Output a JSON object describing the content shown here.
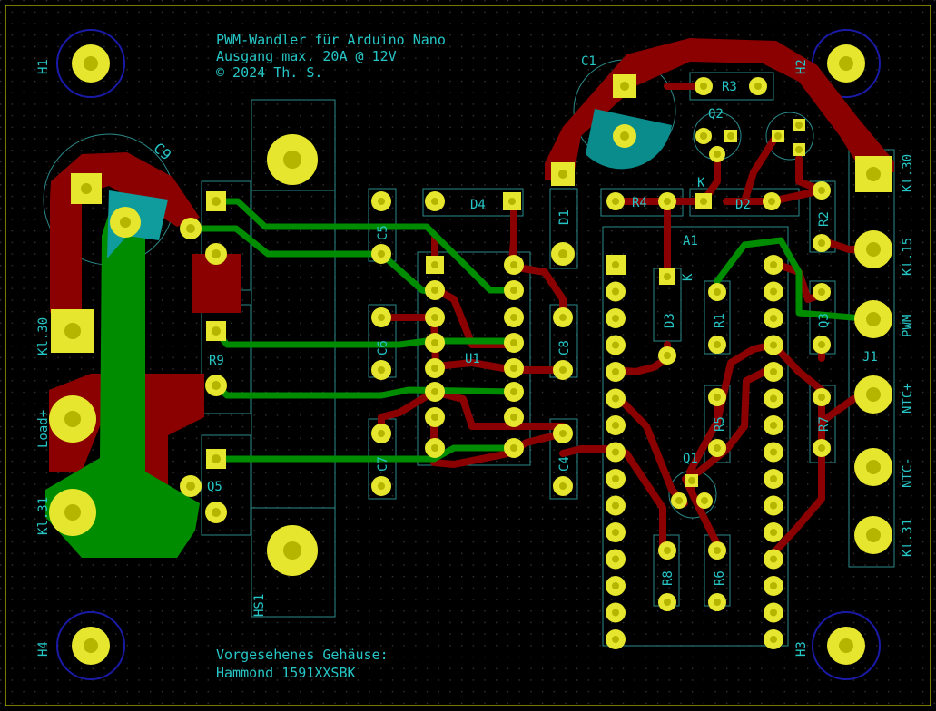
{
  "title_lines": [
    "PWM-Wandler für Arduino Nano",
    "Ausgang max. 20A @ 12V",
    "© 2024 Th. S."
  ],
  "housing_lines": [
    "Vorgesehenes Gehäuse:",
    "Hammond 1591XXSBK"
  ],
  "colors": {
    "background": "#000000",
    "board_outline": "#c8c800",
    "grid_dots": "#3a3a3a",
    "front_copper": "#8b0000",
    "back_copper": "#008c00",
    "pad": "#e6e62e",
    "hole": "#b5b500",
    "silkscreen": "#e6e62e",
    "fab_text": "#26c6c6",
    "mounting_ring": "#1a1aa8",
    "courtyard": "#2a8a8a"
  },
  "labels": {
    "h1": "H1",
    "h2": "H2",
    "h3": "H3",
    "h4": "H4",
    "c1": "C1",
    "c9": "C9",
    "r3": "R3",
    "r4": "R4",
    "d4": "D4",
    "d1": "D1",
    "d2": "D2",
    "q2": "Q2",
    "a1": "A1",
    "k1": "K",
    "k2": "K",
    "d3": "D3",
    "r1": "R1",
    "r2": "R2",
    "r9": "R9",
    "q5": "Q5",
    "hs1": "HS1",
    "u1": "U1",
    "c8": "C8",
    "c5": "C5",
    "c6": "C6",
    "c7": "C7",
    "c4": "C4",
    "r5": "R5",
    "r6": "R6",
    "r7": "R7",
    "r8": "R8",
    "j1": "J1",
    "q1": "Q1",
    "q3": "Q3"
  },
  "connectors": {
    "kl30_right": "Kl.30",
    "kl15": "Kl.15",
    "pwm": "PWM",
    "ntc_plus": "NTC+",
    "ntc_minus": "NTC-",
    "kl31_right": "Kl.31",
    "kl30_left": "Kl.30",
    "load_plus": "Load+",
    "kl31_left": "Kl.31"
  }
}
